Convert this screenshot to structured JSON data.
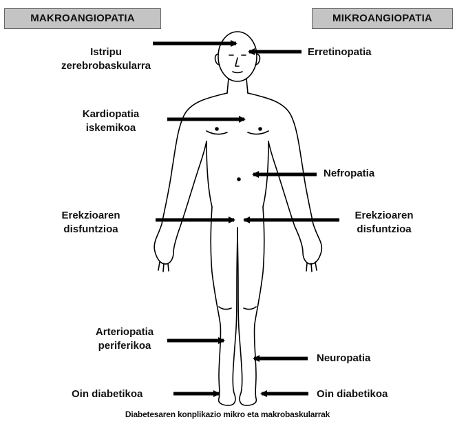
{
  "headers": {
    "left": "MAKROANGIOPATIA",
    "right": "MIKROANGIOPATIA"
  },
  "left_labels": [
    {
      "id": "istripu",
      "lines": [
        "Istripu",
        "zerebrobaskularra"
      ]
    },
    {
      "id": "kardiopatia",
      "lines": [
        "Kardiopatia",
        "iskemikoa"
      ]
    },
    {
      "id": "erekzio-left",
      "lines": [
        "Erekzioaren",
        "disfuntzioa"
      ]
    },
    {
      "id": "arteriopatia",
      "lines": [
        "Arteriopatia",
        "periferikoa"
      ]
    },
    {
      "id": "oin-left",
      "lines": [
        "Oin diabetikoa"
      ]
    }
  ],
  "right_labels": [
    {
      "id": "erretinopatia",
      "lines": [
        "Erretinopatia"
      ]
    },
    {
      "id": "nefropatia",
      "lines": [
        "Nefropatia"
      ]
    },
    {
      "id": "erekzio-right",
      "lines": [
        "Erekzioaren",
        "disfuntzioa"
      ]
    },
    {
      "id": "neuropatia",
      "lines": [
        "Neuropatia"
      ]
    },
    {
      "id": "oin-right",
      "lines": [
        "Oin diabetikoa"
      ]
    }
  ],
  "caption": "Diabetesaren konplikazio mikro eta makrobaskularrak"
}
